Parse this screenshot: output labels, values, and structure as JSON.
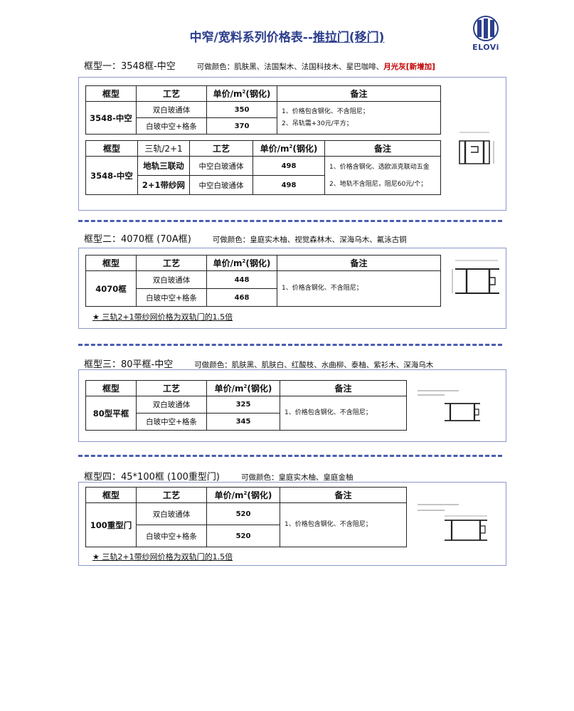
{
  "header": {
    "title_part1": "中窄/宽料系列价格表--",
    "title_part2": "推拉门(移门)",
    "logo_text": "ELOVi"
  },
  "columns": {
    "frame": "框型",
    "craft": "工艺",
    "price": "单价/m²(钢化)",
    "note": "备注",
    "track": "三轨/2+1"
  },
  "sections": [
    {
      "heading": "框型一：3548框-中空",
      "colors_label": "可做颜色：肌肤黑、法国梨木、法国科技木、星巴咖啡、",
      "colors_new": "月光灰[新增加]",
      "table1": {
        "frame": "3548-中空",
        "rows": [
          {
            "craft": "双白玻通体",
            "price": "350"
          },
          {
            "craft": "白玻中空+格条",
            "price": "370"
          }
        ],
        "notes": [
          "1、价格包含钢化、不含阻尼；",
          "2、吊轨需+30元/平方；"
        ]
      },
      "table2": {
        "frame": "3548-中空",
        "rows": [
          {
            "track": "地轨三联动",
            "craft": "中空白玻通体",
            "price": "498"
          },
          {
            "track": "2+1带纱网",
            "craft": "中空白玻通体",
            "price": "498"
          }
        ],
        "notes": [
          "1、价格含钢化、选欧派克联动五金",
          "2、地轨不含阻尼，阻尼60元/个；"
        ]
      }
    },
    {
      "heading": "框型二：4070框 (70A框)",
      "colors_label": "可做颜色：皇庭实木柚、视觉森林木、深海乌木、氟泳古铜",
      "table": {
        "frame": "4070框",
        "rows": [
          {
            "craft": "双白玻通体",
            "price": "448"
          },
          {
            "craft": "白玻中空+格条",
            "price": "468"
          }
        ],
        "notes": [
          "1、价格含钢化、不含阻尼；"
        ]
      },
      "star_note": "★ 三轨2+1带纱网价格为双轨门的1.5倍"
    },
    {
      "heading": "框型三：80平框-中空",
      "colors_label": "可做颜色：肌肤黑、肌肤白、红酸枝、水曲柳、泰柚、紫衫木、深海乌木",
      "table": {
        "frame": "80型平框",
        "rows": [
          {
            "craft": "双白玻通体",
            "price": "325"
          },
          {
            "craft": "白玻中空+格条",
            "price": "345"
          }
        ],
        "notes": [
          "1、价格包含钢化、不含阻尼；"
        ]
      }
    },
    {
      "heading": "框型四：45*100框 (100重型门)",
      "colors_label": "可做颜色：皇庭实木柚、皇庭金柚",
      "table": {
        "frame": "100重型门",
        "rows": [
          {
            "craft": "双白玻通体",
            "price": "520"
          },
          {
            "craft": "白玻中空+格条",
            "price": "520"
          }
        ],
        "notes": [
          "1、价格包含钢化、不含阻尼；"
        ]
      },
      "star_note": "★ 三轨2+1带纱网价格为双轨门的1.5倍"
    }
  ],
  "colors": {
    "title": "#2d3f8c",
    "accent_new": "#c00000",
    "dash": "#4a5db0",
    "box_border": "#8a98c8"
  }
}
